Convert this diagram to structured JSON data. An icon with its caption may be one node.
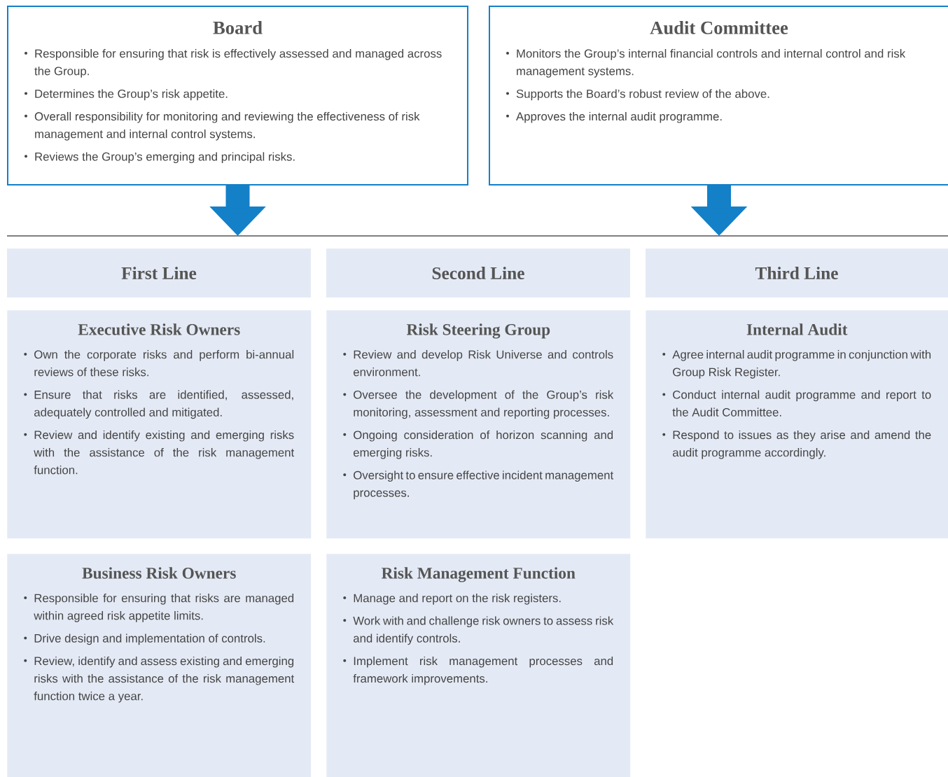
{
  "diagram": {
    "nodes": [
      {
        "text": [
          "Board",
          "Responsible for ensuring that risk is effectively assessed and managed across the Group.",
          "Determines the Group’s risk appetite.",
          "Overall responsibility for monitoring and reviewing the effectiveness of risk management and internal control systems.",
          "Reviews the Group’s emerging and principal risks."
        ]
      },
      {
        "text": [
          "Audit Committee",
          "Monitors the Group’s internal financial controls and internal control and risk management systems.",
          "Supports the Board’s robust review of the above.",
          "Approves the internal audit programme."
        ]
      },
      {
        "text": [
          "First Line"
        ]
      },
      {
        "text": [
          "Second Line"
        ]
      },
      {
        "text": [
          "Third Line"
        ]
      },
      {
        "text": [
          "Executive Risk Owners",
          "Own the corporate risks and perform bi-annual reviews of these risks.",
          "Ensure that risks are identified, assessed, adequately controlled and mitigated.",
          "Review and identify existing and emerging risks with the assistance of the risk management function."
        ]
      },
      {
        "text": [
          "Risk Steering Group",
          "Review and develop Risk Universe and controls environment.",
          "Oversee the development of the Group’s risk monitoring, assessment and reporting processes.",
          "Ongoing consideration of horizon scanning and emerging risks.",
          "Oversight to ensure effective incident management processes."
        ]
      },
      {
        "text": [
          "Internal Audit",
          "Agree internal audit programme in conjunction with Group Risk Register.",
          "Conduct internal audit programme and report to the Audit Committee.",
          "Respond to issues as they arise and amend the audit programme accordingly."
        ]
      },
      {
        "text": [
          "Business Risk Owners",
          "Responsible for ensuring that risks are managed within agreed risk appetite limits.",
          "Drive design and implementation of controls.",
          "Review, identify and assess existing and emerging risks with the assistance of the risk management function twice a year."
        ]
      },
      {
        "text": [
          "Risk Management Function",
          "Manage and report on the risk registers.",
          "Work with and challenge risk owners to assess risk and identify controls.",
          "Implement risk management processes and framework improvements."
        ]
      }
    ],
    "edges": [
      {
        "from": 0,
        "to": null,
        "arrow": "to"
      },
      {
        "from": 1,
        "to": null,
        "arrow": "to"
      }
    ]
  }
}
